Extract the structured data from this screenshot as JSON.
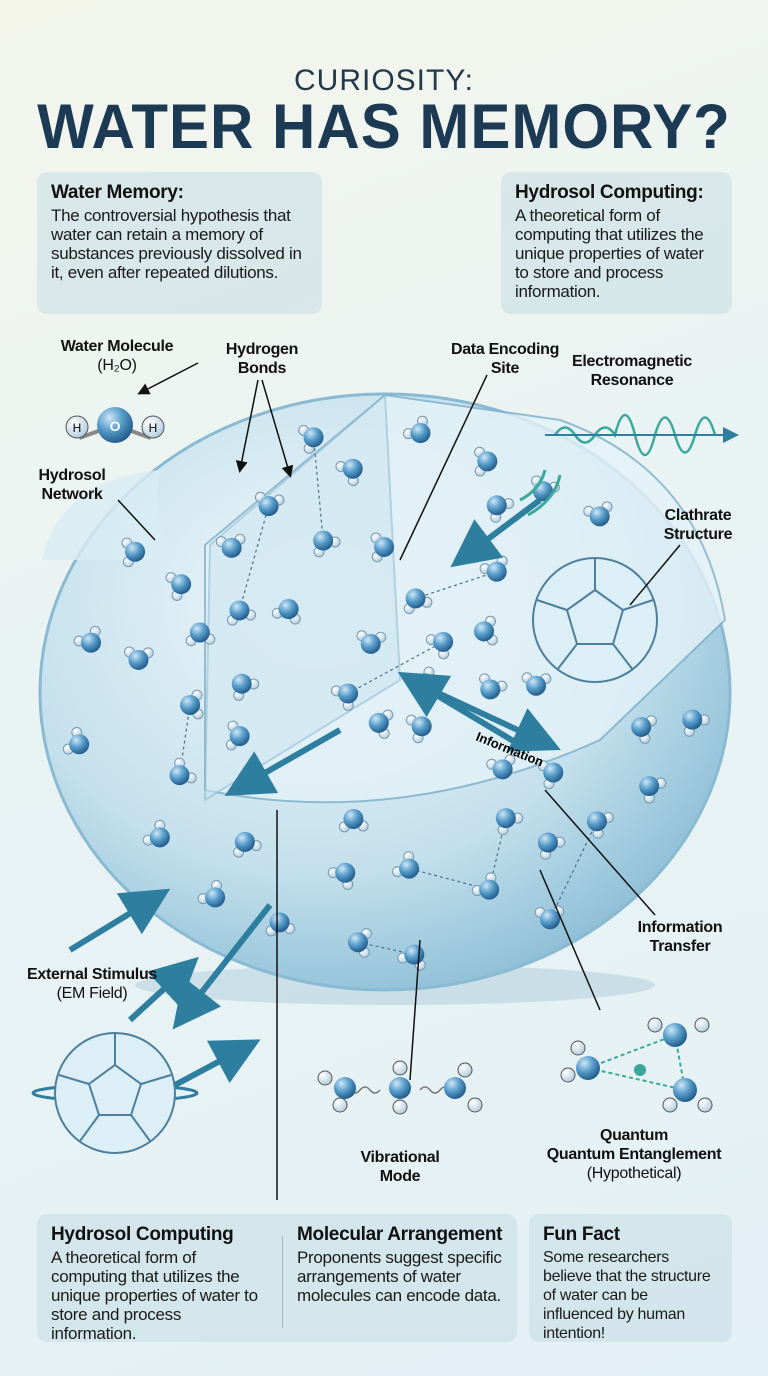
{
  "header": {
    "kicker": "CURIOSITY:",
    "title": "WATER HAS MEMORY?"
  },
  "top_cards": [
    {
      "title": "Water Memory:",
      "body": "The controversial hypothesis that water can retain a memory of substances previously dissolved in it, even after repeated dilutions."
    },
    {
      "title": "Hydrosol Computing:",
      "body": "A theoretical form of computing that utilizes the unique properties of water to store and process information."
    }
  ],
  "labels": {
    "water_molecule": "Water Molecule",
    "water_molecule_sub": "(H₂O)",
    "hydrogen_bonds": "Hydrogen Bonds",
    "data_encoding": "Data Encoding Site",
    "em_resonance": "Electromagnetic Resonance",
    "hydrosol_network": "Hydrosol Network",
    "clathrate": "Clathrate Structure",
    "information": "Information",
    "information_transfer": "Information Transfer",
    "external_stimulus": "External Stimulus",
    "external_stimulus_sub": "(EM Field)",
    "vibrational_mode": "Vibrational Mode",
    "quantum_1": "Quantum",
    "quantum_2": "Quantum Entanglement",
    "quantum_sub": "(Hypothetical)",
    "atom_o": "O",
    "atom_h": "H"
  },
  "bottom_cards": [
    {
      "title": "Hydrosol Computing",
      "body": "A theoretical form of computing that utilizes the unique properties of water to store and process information."
    },
    {
      "title": "Molecular Arrangement",
      "body": "Proponents suggest specific arrangements of water molecules can encode data."
    },
    {
      "title": "Fun Fact",
      "body": "Some researchers believe that the structure of water can be influenced by human intention!"
    }
  ],
  "colors": {
    "title": "#1d3a55",
    "sphere": "#b9dbea",
    "molecule": "#3f86b8",
    "arrow": "#2e7ea0",
    "em_wave": "#3aa89a"
  }
}
